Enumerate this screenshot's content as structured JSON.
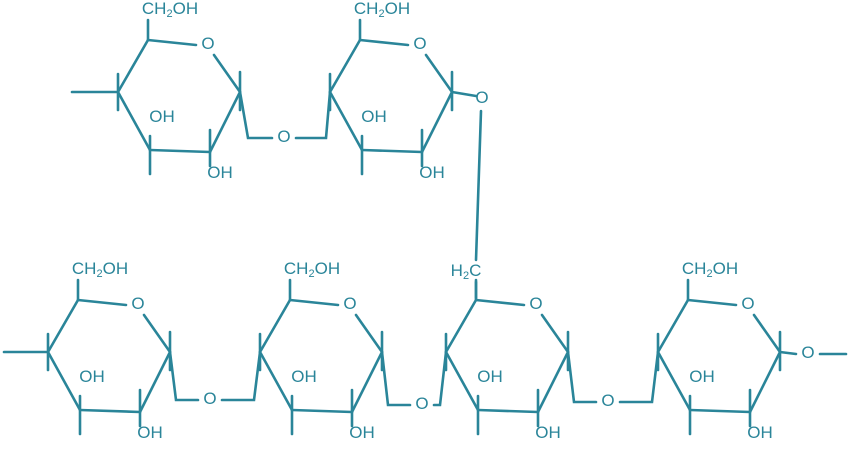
{
  "labels": {
    "ch2oh": "CH",
    "ch2oh_sub": "2",
    "ch2oh_tail": "OH",
    "ring_o": "O",
    "hydroxyl": "OH",
    "link_o": "O",
    "methylene": "H",
    "methylene_sub": "2",
    "methylene_c": "C"
  },
  "colors": {
    "stroke": "#2a8599"
  }
}
